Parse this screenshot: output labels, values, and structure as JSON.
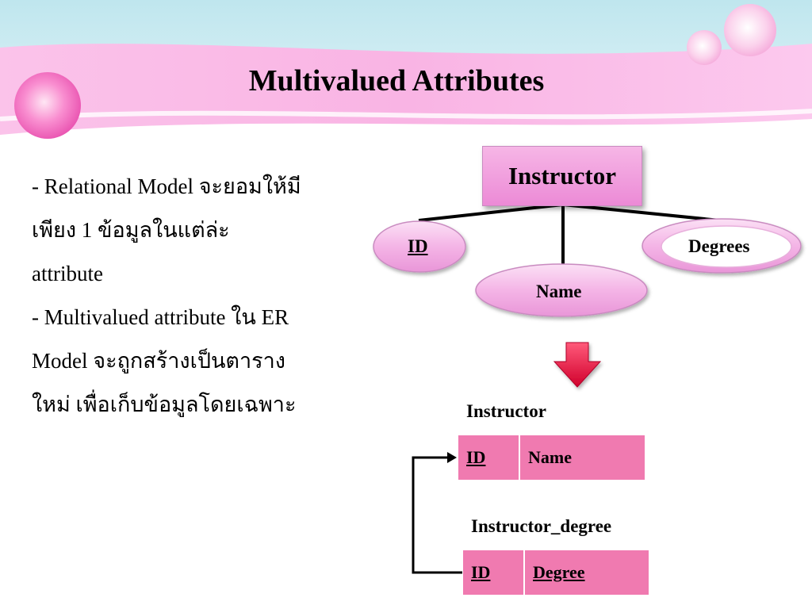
{
  "title": "Multivalued Attributes",
  "bullets": [
    {
      "lines": [
        "- Relational Model จะยอมให้มี",
        "เพียง 1 ข้อมูลในแต่ล่ะ",
        "attribute"
      ]
    },
    {
      "lines": [
        "- Multivalued attribute ใน ER",
        "Model จะถูกสร้างเป็นตาราง",
        "ใหม่ เพื่อเก็บข้อมูลโดยเฉพาะ"
      ]
    }
  ],
  "er": {
    "entity": "Instructor",
    "attributes": {
      "id": "ID",
      "name": "Name",
      "degrees": "Degrees"
    }
  },
  "tables": {
    "instructor": {
      "title": "Instructor",
      "columns": [
        "ID",
        "Name"
      ]
    },
    "instructor_degree": {
      "title": "Instructor_degree",
      "columns": [
        "ID",
        "Degree"
      ]
    }
  },
  "colors": {
    "accent_pink": "#f07ab0",
    "entity_pink": "#ec8ad6",
    "arrow_red": "#e0103a"
  }
}
